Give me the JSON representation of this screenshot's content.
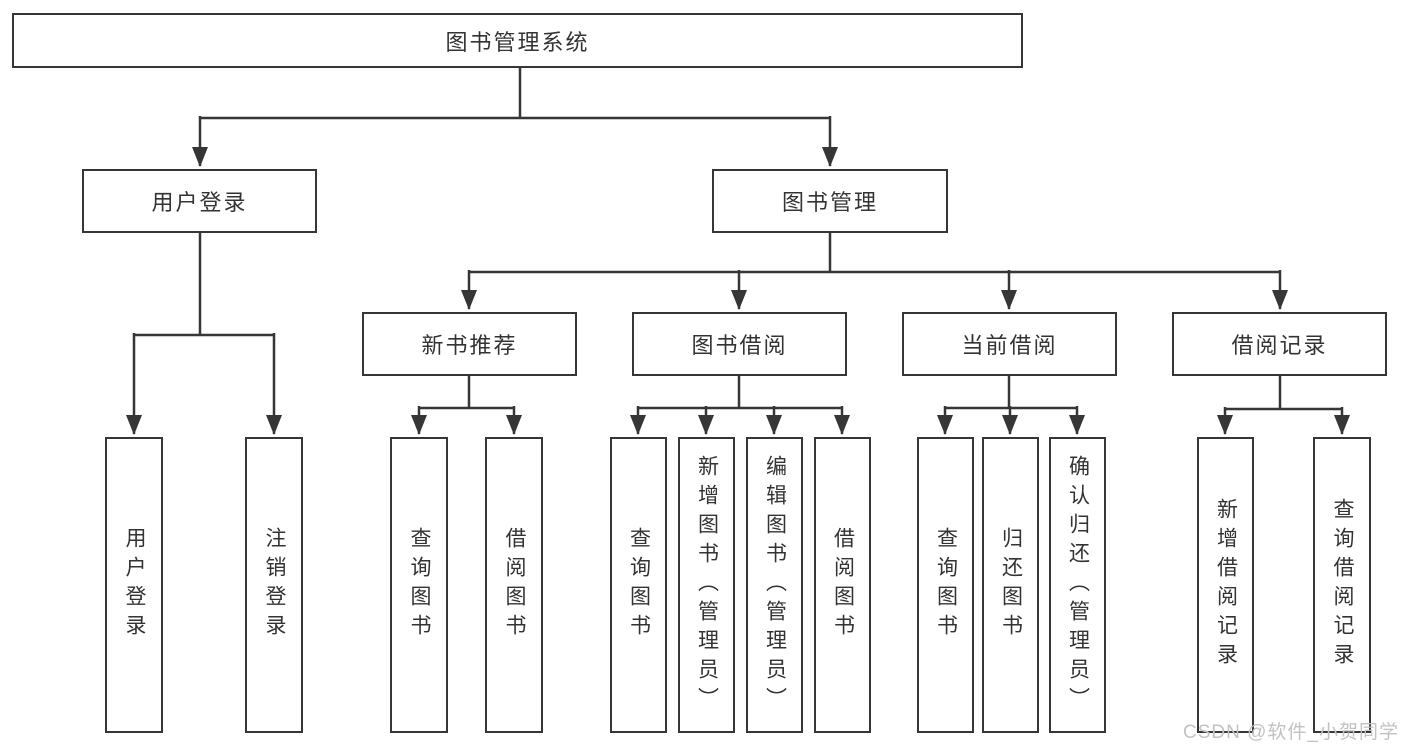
{
  "diagram": {
    "root": {
      "label": "图书管理系统"
    },
    "branches": {
      "user_login": {
        "label": "用户登录",
        "children": [
          {
            "label": "用户登录"
          },
          {
            "label": "注销登录"
          }
        ]
      },
      "book_management": {
        "label": "图书管理",
        "children": {
          "new_book": {
            "label": "新书推荐",
            "children": [
              {
                "label": "查询图书"
              },
              {
                "label": "借阅图书"
              }
            ]
          },
          "borrow": {
            "label": "图书借阅",
            "children": [
              {
                "label": "查询图书"
              },
              {
                "label": "新增图书（管理员）"
              },
              {
                "label": "编辑图书（管理员）"
              },
              {
                "label": "借阅图书"
              }
            ]
          },
          "current": {
            "label": "当前借阅",
            "children": [
              {
                "label": "查询图书"
              },
              {
                "label": "归还图书"
              },
              {
                "label": "确认归还（管理员）"
              }
            ]
          },
          "records": {
            "label": "借阅记录",
            "children": [
              {
                "label": "新增借阅记录"
              },
              {
                "label": "查询借阅记录"
              }
            ]
          }
        }
      }
    },
    "watermark": "CSDN @软件_小贺同学",
    "colors": {
      "line": "#363636",
      "box_border": "#363636",
      "text": "#333333",
      "watermark": "#c2c2c2",
      "background": "#ffffff"
    }
  }
}
